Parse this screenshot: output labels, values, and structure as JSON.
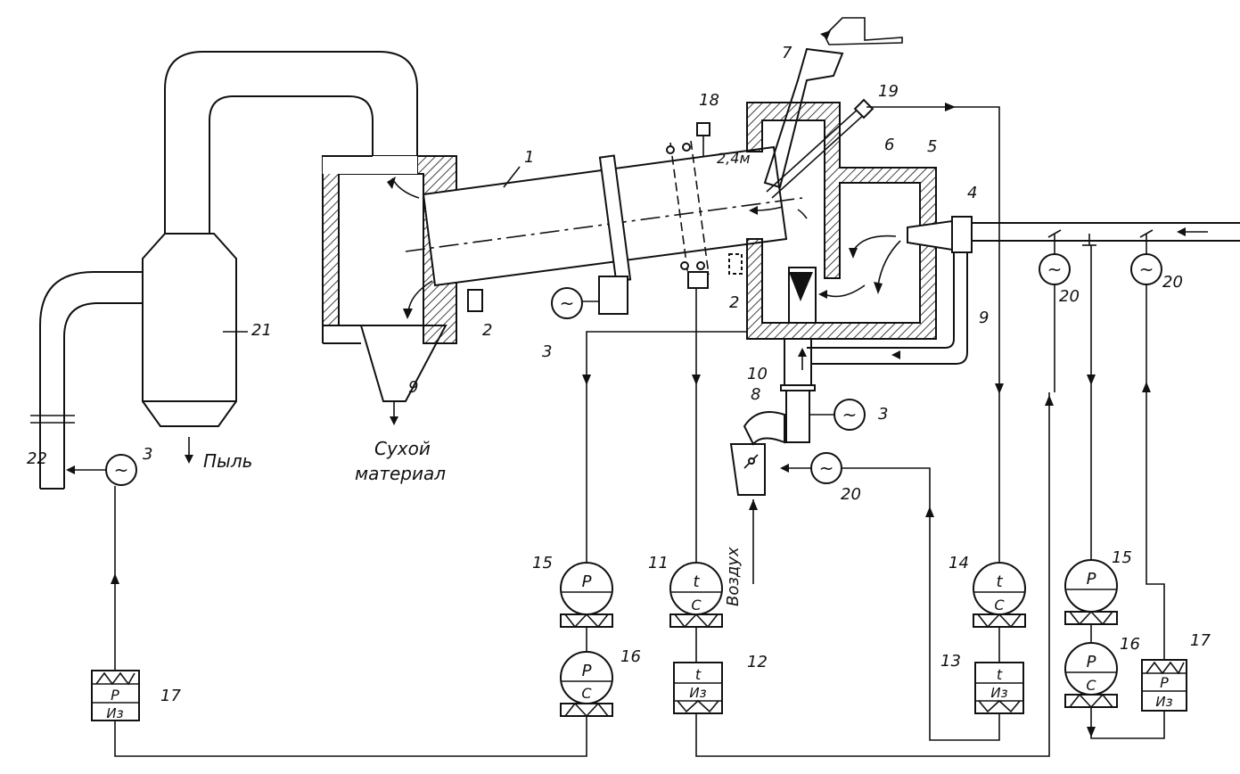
{
  "labels": {
    "dry_material_1": "Сухой",
    "dry_material_2": "материал",
    "dust": "Пыль",
    "air": "Воздух",
    "length": "2,4м"
  },
  "numbers": {
    "n1": "1",
    "n2a": "2",
    "n2b": "2",
    "n3a": "3",
    "n3b": "3",
    "n3c": "3",
    "n4": "4",
    "n5": "5",
    "n6": "6",
    "n7": "7",
    "n8": "8",
    "n9a": "9",
    "n9b": "9",
    "n10": "10",
    "n11": "11",
    "n12": "12",
    "n13": "13",
    "n14": "14",
    "n15a": "15",
    "n15b": "15",
    "n16a": "16",
    "n16b": "16",
    "n17a": "17",
    "n17b": "17",
    "n18": "18",
    "n19": "19",
    "n20a": "20",
    "n20b": "20",
    "n20c": "20",
    "n21": "21",
    "n22": "22"
  },
  "instruments": {
    "p": "P",
    "c": "C",
    "t": "t",
    "iz": "Из"
  },
  "motor_symbol": "~",
  "colors": {
    "ink": "#111111",
    "background": "#ffffff"
  }
}
